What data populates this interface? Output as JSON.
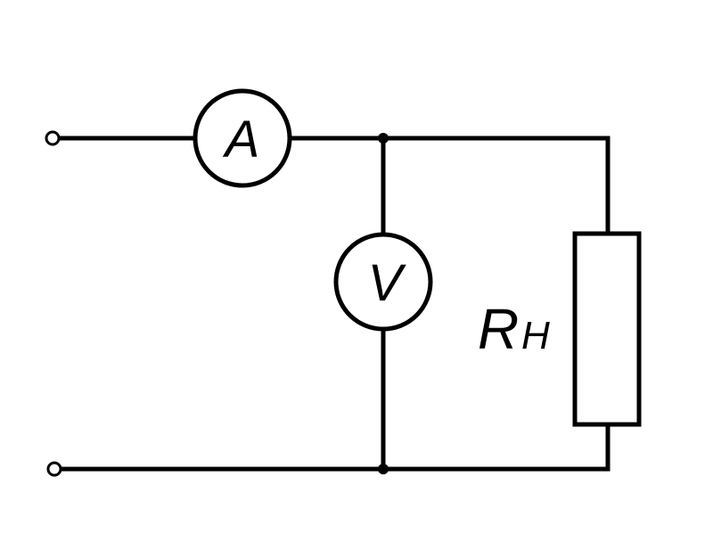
{
  "circuit": {
    "ammeter_symbol": "A",
    "voltmeter_symbol": "V",
    "resistor_symbol": "R",
    "resistor_subscript": "H"
  }
}
